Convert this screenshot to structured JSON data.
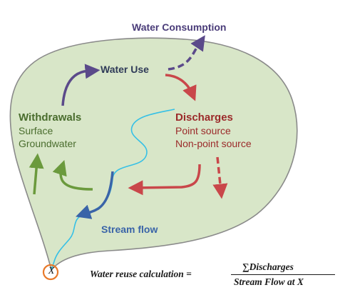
{
  "labels": {
    "water_consumption": "Water Consumption",
    "water_use": "Water Use",
    "withdrawals": "Withdrawals",
    "surface": "Surface",
    "groundwater": "Groundwater",
    "discharges": "Discharges",
    "point_source": "Point source",
    "non_point_source": "Non-point source",
    "stream_flow": "Stream flow",
    "outlet": "X"
  },
  "formula": {
    "lhs": "Water reuse calculation =",
    "numerator": "∑Discharges",
    "denominator": "Stream Flow at X"
  },
  "colors": {
    "watershed_fill": "#d8e6c8",
    "watershed_outline": "#8a8a8a",
    "withdrawal_arrow": "#6b9a3d",
    "water_use_arrow": "#5b4a8a",
    "consumption_arrow": "#5b4a8a",
    "discharge_arrow": "#c9474a",
    "stream_light": "#35c0e6",
    "stream_blue": "#3a64a8",
    "outlet_circle": "#e8792a"
  }
}
